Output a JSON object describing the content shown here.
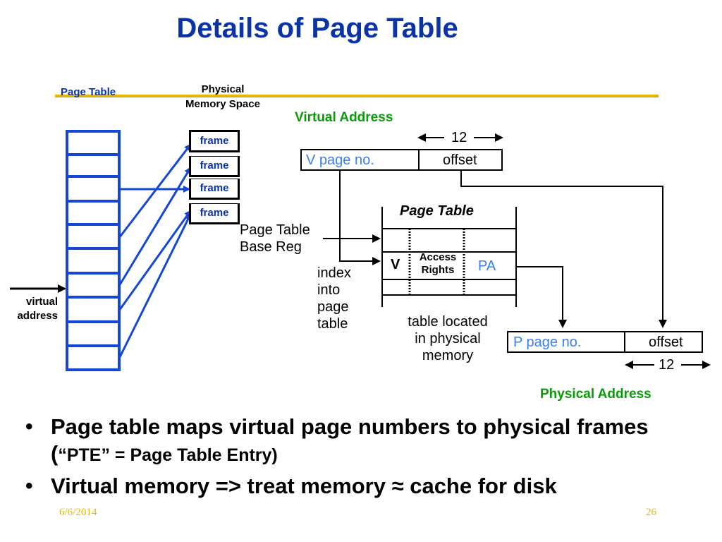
{
  "title": "Details of Page Table",
  "left": {
    "page_table_label": "Page Table",
    "physical_memory_label": [
      "Physical",
      "Memory Space"
    ],
    "frames": [
      "frame",
      "frame",
      "frame",
      "frame"
    ],
    "virtual_address_label": [
      "virtual",
      "address"
    ]
  },
  "right": {
    "virtual_address_title": "Virtual Address",
    "va_bits": "12",
    "va_page": "V page no.",
    "va_offset": "offset",
    "pt_title": "Page Table",
    "pt_base": [
      "Page Table",
      "Base Reg"
    ],
    "index_text": [
      "index",
      "into",
      "page",
      "table"
    ],
    "entry_v": "V",
    "entry_access": [
      "Access",
      "Rights"
    ],
    "entry_pa": "PA",
    "table_located": [
      "table located",
      "in physical",
      "memory"
    ],
    "pa_page": "P page no.",
    "pa_offset": "offset",
    "pa_bits": "12",
    "physical_address_title": "Physical Address"
  },
  "bullets": [
    {
      "main": "Page table maps virtual page numbers to physical frames (",
      "small": "“PTE” = Page Table Entry)"
    },
    {
      "main": "Virtual memory => treat memory ≈ cache for disk",
      "small": ""
    }
  ],
  "footer": {
    "date": "6/6/2014",
    "page": "26"
  },
  "colors": {
    "title": "#0a33a8",
    "rule": "#e8b800",
    "green": "#0a9a0a",
    "arrow_blue": "#1446d8"
  }
}
